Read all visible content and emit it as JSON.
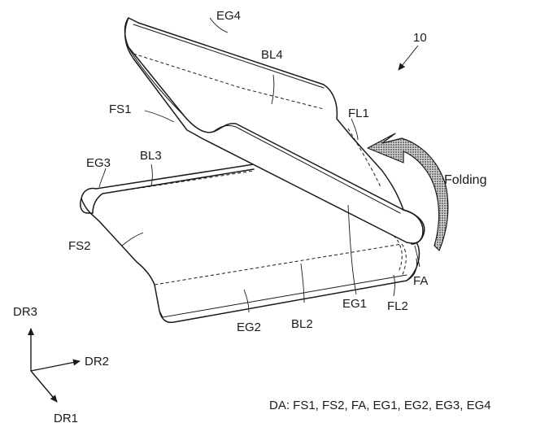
{
  "figure": {
    "reference_number": "10",
    "labels": {
      "eg4": "EG4",
      "bl4": "BL4",
      "fs1": "FS1",
      "fl1": "FL1",
      "eg3": "EG3",
      "bl3": "BL3",
      "fs2": "FS2",
      "eg1": "EG1",
      "fa": "FA",
      "fl2": "FL2",
      "bl2": "BL2",
      "eg2": "EG2"
    },
    "folding_label": "Folding",
    "axes": {
      "dr3": "DR3",
      "dr2": "DR2",
      "dr1": "DR1"
    },
    "caption": "DA: FS1, FS2, FA, EG1, EG2, EG3, EG4",
    "colors": {
      "line": "#1a1a1a",
      "arrow_fill": "#8a8a8a"
    }
  }
}
